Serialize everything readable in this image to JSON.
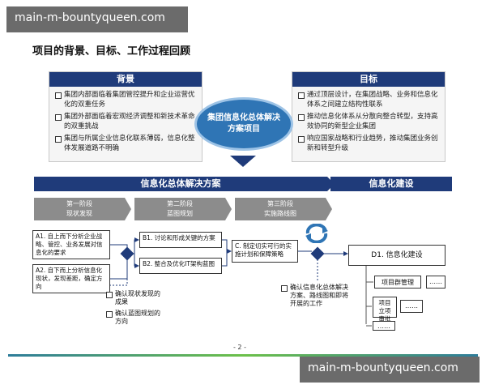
{
  "watermark": {
    "top": "main-m-bountyqueen.com",
    "bottom": "main-m-bountyqueen.com"
  },
  "title": "项目的背景、目标、工作过程回顾",
  "background": {
    "heading": "背景",
    "items": [
      "集团内部面临着集团管控提升和企业运营优化的双重任务",
      "集团外部面临着宏观经济调整和新技术革命的双重挑战",
      "集团与所属企业信息化联系薄弱，信息化整体发展道路不明确"
    ]
  },
  "goal": {
    "heading": "目标",
    "items": [
      "通过顶层设计，在集团战略、业务和信息化体系之间建立结构性联系",
      "推动信息化体系从分散向整合转型，支持高效协同的新型企业集团",
      "响应国家战略和行业趋势，推动集团业务创新和转型升级"
    ]
  },
  "center": {
    "label": "集团信息化总体解决方案项目"
  },
  "banners": {
    "left": "信息化总体解决方案",
    "right": "信息化建设"
  },
  "phases": [
    {
      "line1": "第一阶段",
      "line2": "现状发现"
    },
    {
      "line1": "第二阶段",
      "line2": "蓝图规划"
    },
    {
      "line1": "第三阶段",
      "line2": "实施路线图"
    }
  ],
  "steps": {
    "a1": "A1. 自上而下分析企业战略、管控、业务发展对信息化的要求",
    "a2": "A2. 自下而上分析信息化现状，发现差距，确定方向",
    "b1": "B1. 讨论和形成关键的方案",
    "b2": "B2. 整合及优化IT架构蓝图",
    "c": "C. 制定切实可行的实施计划和保障策略",
    "d1": "D1. 信息化建设"
  },
  "build_boxes": {
    "project_group": "项目群管理",
    "dots1": "……",
    "approval": "项目立项审批",
    "dots2": "……",
    "dots3": "……"
  },
  "outcomes": [
    "确认现状发现的成果",
    "确认蓝图规划的方向",
    "确认信息化总体解决方案、路线图和即将开展的工作"
  ],
  "page_number": "- 2 -",
  "colors": {
    "navy": "#1f3b7a",
    "blue": "#2f75b5",
    "phase_gray": "#8c8c8c"
  }
}
